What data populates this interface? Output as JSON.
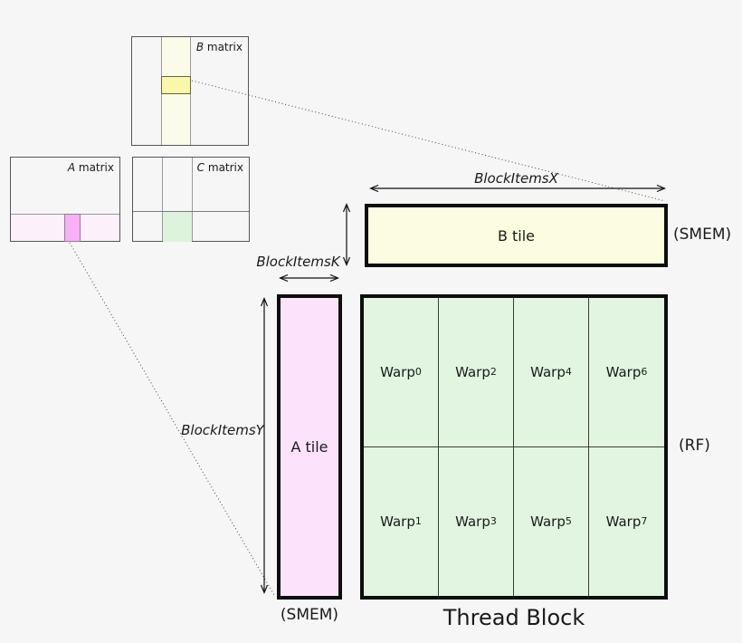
{
  "diagram_title": "Thread Block",
  "mini_diagrams": {
    "b_matrix": {
      "label_letter": "B",
      "label_word": " matrix"
    },
    "a_matrix": {
      "label_letter": "A",
      "label_word": " matrix"
    },
    "c_matrix": {
      "label_letter": "C",
      "label_word": " matrix"
    }
  },
  "dimension_labels": {
    "x": "BlockItemsX",
    "k": "BlockItemsK",
    "y": "BlockItemsY"
  },
  "tiles": {
    "b_tile": {
      "label": "B tile",
      "memory": "(SMEM)",
      "fill": "#fcfce1"
    },
    "a_tile": {
      "label": "A tile",
      "memory": "(SMEM)",
      "fill": "#fce3fb"
    }
  },
  "thread_block": {
    "title": "Thread Block",
    "memory": "(RF)",
    "fill": "#e1f5e0",
    "warps": [
      {
        "base": "Warp",
        "sub": "0"
      },
      {
        "base": "Warp",
        "sub": "2"
      },
      {
        "base": "Warp",
        "sub": "4"
      },
      {
        "base": "Warp",
        "sub": "6"
      },
      {
        "base": "Warp",
        "sub": "1"
      },
      {
        "base": "Warp",
        "sub": "3"
      },
      {
        "base": "Warp",
        "sub": "5"
      },
      {
        "base": "Warp",
        "sub": "7"
      }
    ]
  },
  "colors": {
    "background": "#f6f6f6",
    "b_highlight": "#f9f7a8",
    "b_strip": "#fbfbe9",
    "a_highlight": "#f8b0f6",
    "a_strip": "#fcf0fb",
    "c_highlight": "#ddf3dc",
    "tile_border": "#0d0d0d"
  }
}
